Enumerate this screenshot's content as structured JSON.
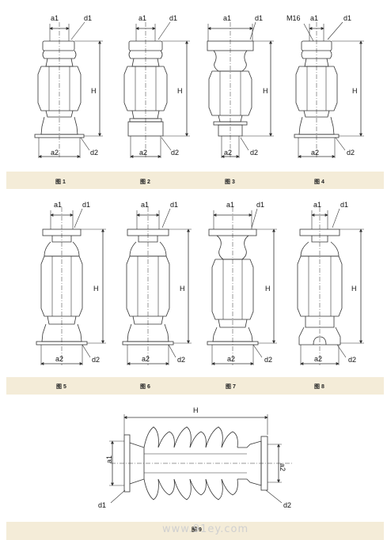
{
  "labels": {
    "a1": "a1",
    "a2": "a2",
    "d1": "d1",
    "d2": "d2",
    "H": "H",
    "m16": "M16"
  },
  "figures": [
    {
      "caption": "图 1"
    },
    {
      "caption": "图 2"
    },
    {
      "caption": "图 3"
    },
    {
      "caption": "图 4"
    },
    {
      "caption": "图 5"
    },
    {
      "caption": "图 6"
    },
    {
      "caption": "图 7"
    },
    {
      "caption": "图 8"
    },
    {
      "caption": "图 9"
    }
  ],
  "watermark": "www.91ey.com",
  "colors": {
    "band": "#f4ecd8",
    "line": "#333333"
  }
}
